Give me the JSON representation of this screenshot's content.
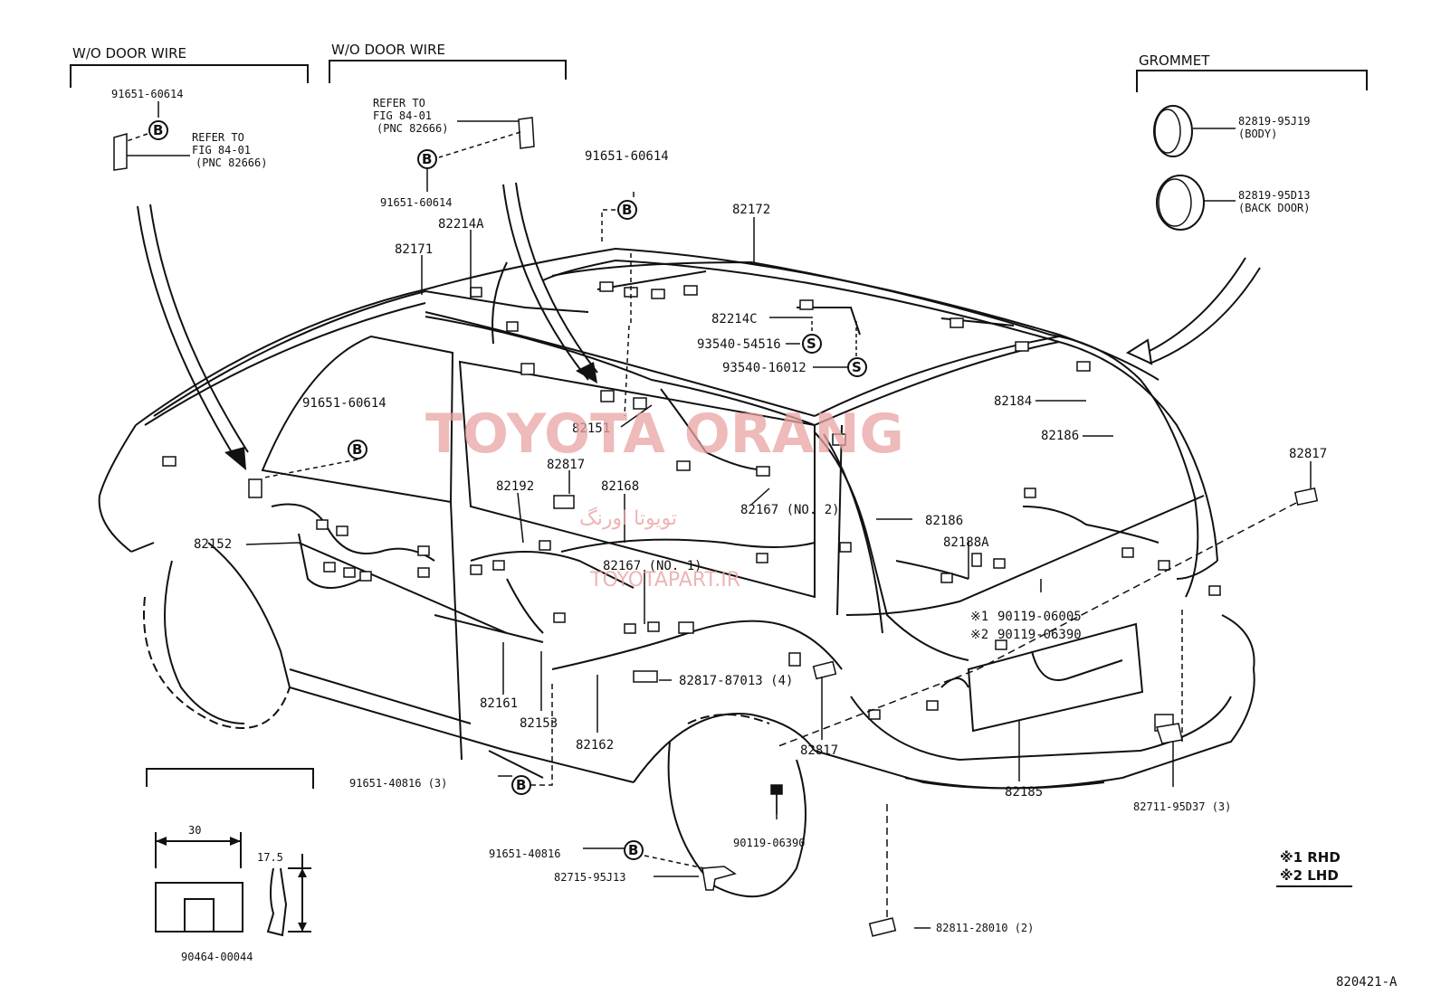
{
  "headers": {
    "wo_door_wire_left": "W/O DOOR WIRE",
    "wo_door_wire_mid": "W/O DOOR WIRE",
    "grommet": "GROMMET"
  },
  "refer_left": [
    "REFER TO",
    "FIG 84-01",
    "(PNC 82666)"
  ],
  "refer_mid": [
    "REFER TO",
    "FIG 84-01",
    "(PNC 82666)"
  ],
  "parts": {
    "p91651_60614_a": "91651-60614",
    "p91651_60614_b": "91651-60614",
    "p91651_60614_c": "91651-60614",
    "p91651_60614_d": "91651-60614",
    "p82214a": "82214A",
    "p82171": "82171",
    "p82172": "82172",
    "p82214c": "82214C",
    "p93540_54516": "93540-54516",
    "p93540_16012": "93540-16012",
    "p82819_95j19": "82819-95J19",
    "body": "(BODY)",
    "p82819_95d13": "82819-95D13",
    "back_door": "(BACK DOOR)",
    "p82151": "82151",
    "p82184": "82184",
    "p82186_a": "82186",
    "p82186_b": "82186",
    "p82817_a": "82817",
    "p82817_b": "82817",
    "p82817_c": "82817",
    "p82192": "82192",
    "p82168": "82168",
    "p82167_no2": "82167 (NO. 2)",
    "p82167_no1": "82167 (NO. 1)",
    "p82188a": "82188A",
    "p82152": "82152",
    "p90119_06005": "90119-06005",
    "p90119_06390_a": "90119-06390",
    "mark1": "※1",
    "mark2": "※2",
    "p82817_87013": "82817-87013 (4)",
    "p82161": "82161",
    "p82153": "82153",
    "p82162": "82162",
    "p82185": "82185",
    "p82711_95d37": "82711-95D37 (3)",
    "p91651_40816_a": "91651-40816 (3)",
    "p90119_06390_b": "90119-06390",
    "p91651_40816_b": "91651-40816",
    "p82715_95j13": "82715-95J13",
    "p82811_28010": "82811-28010 (2)",
    "p90464_00044": "90464-00044",
    "dim_30": "30",
    "dim_17_5": "17.5",
    "fig_id": "820421-A"
  },
  "symbols": {
    "bolt": "B",
    "screw": "S"
  },
  "legend": {
    "rhd": "※1 RHD",
    "lhd": "※2 LHD"
  },
  "watermark": {
    "main": "TOYOTA ORANG",
    "farsi": "تویوتا اورنگ",
    "site": "TOYOTAPART.IR"
  }
}
